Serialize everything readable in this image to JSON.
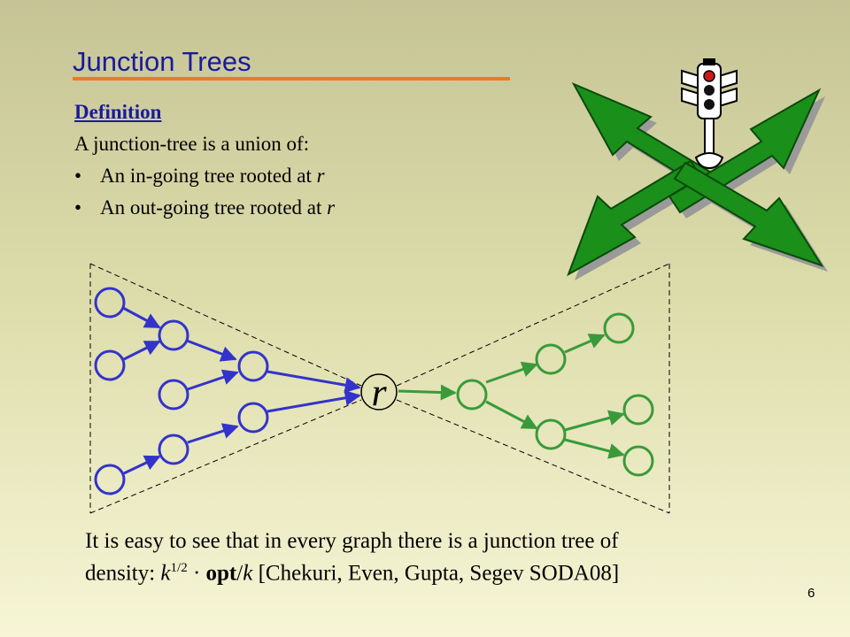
{
  "slide": {
    "title": "Junction Trees",
    "definition_heading": "Definition",
    "intro": "A junction-tree is a union of:",
    "bullets": [
      {
        "text": "An  in-going  tree rooted at ",
        "var": "r"
      },
      {
        "text": "An out-going tree rooted at ",
        "var": "r"
      }
    ],
    "root_label": "r",
    "bottom_line1": "It is easy to see that in every graph there is a junction tree of",
    "bottom_line2": {
      "prefix": "density: ",
      "k": "k",
      "exp": "1/2",
      "dot": " · ",
      "opt": "opt",
      "slash": "/",
      "k2": "k",
      "citation": " [Chekuri, Even, Gupta, Segev SODA08]"
    },
    "page_number": "6"
  },
  "colors": {
    "title": "#1a1a9c",
    "rule": "#f07820",
    "in_tree": "#3333cc",
    "out_tree": "#3a9a3a",
    "arrow_green": "#138a13"
  },
  "icons": [
    "traffic-light-icon",
    "junction-arrows-icon"
  ]
}
